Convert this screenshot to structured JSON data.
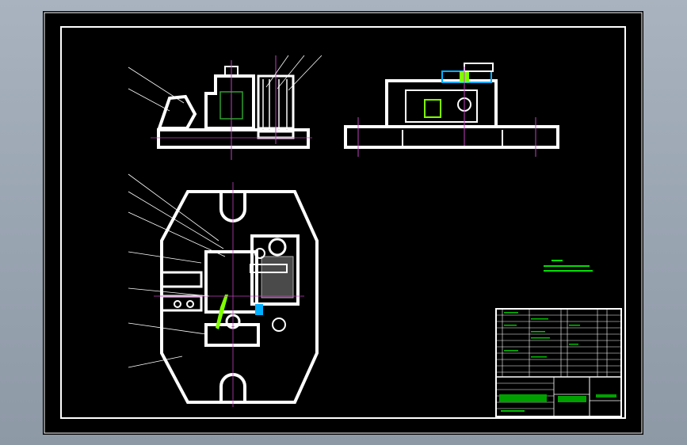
{
  "app": {
    "background_color": "#9aa5b2",
    "canvas_color": "#000000"
  },
  "colors": {
    "outline": "#ffffff",
    "centerline": "#c040c0",
    "section_hatch": "#808080",
    "highlight_green": "#7fff00",
    "highlight_cyan": "#00b0ff",
    "note_text": "#00e000"
  },
  "drawing": {
    "title": "",
    "views": [
      "front-view",
      "side-view",
      "top-view"
    ],
    "balloon_count_top": 6,
    "balloon_count_left": 7
  }
}
